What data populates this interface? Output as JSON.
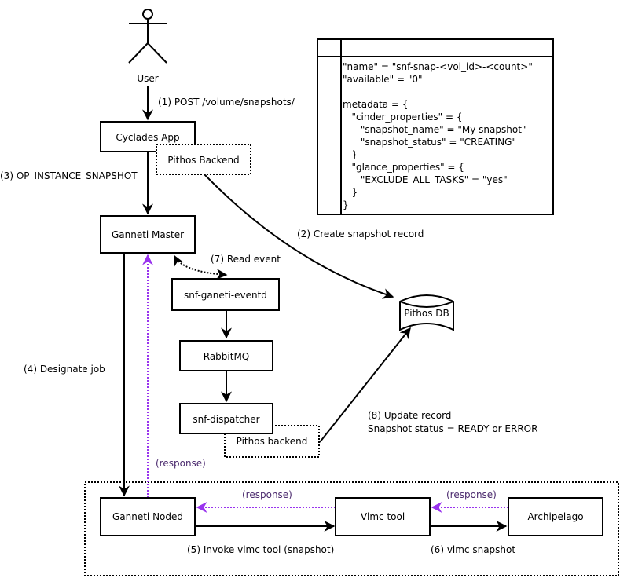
{
  "colors": {
    "line": "#000000",
    "response_arrow": "#9933ee",
    "response_text": "#4b2a6e"
  },
  "actor": {
    "label": "User",
    "icon": "stick-figure-icon"
  },
  "nodes": {
    "cyclades_app": "Cyclades App",
    "pithos_backend_top": "Pithos Backend",
    "ganneti_master": "Ganneti Master",
    "snf_ganeti_eventd": "snf-ganeti-eventd",
    "rabbitmq": "RabbitMQ",
    "snf_dispatcher": "snf-dispatcher",
    "pithos_backend_bottom": "Pithos backend",
    "pithos_db": "Pithos DB",
    "ganneti_noded": "Ganneti Noded",
    "vlmc_tool": "Vlmc tool",
    "archipelago": "Archipelago"
  },
  "edges": {
    "step1": "(1) POST /volume/snapshots/",
    "step2": "(2) Create snapshot record",
    "step3": "(3) OP_INSTANCE_SNAPSHOT",
    "step4": "(4) Designate job",
    "step5": "(5) Invoke vlmc tool (snapshot)",
    "step6": "(6) vlmc snapshot",
    "step7": "(7) Read event",
    "step8_line1": "(8) Update record",
    "step8_line2": "Snapshot status = READY or ERROR",
    "response_master": "(response)",
    "response_noded": "(response)",
    "response_vlmc": "(response)"
  },
  "record_table": {
    "header": "",
    "lines": [
      "\"name\" = \"snf-snap-<vol_id>-<count>\"",
      "\"available\" = \"0\"",
      "",
      "metadata = {",
      "   \"cinder_properties\" = {",
      "      \"snapshot_name\" = \"My snapshot\"",
      "      \"snapshot_status\" = \"CREATING\"",
      "   }",
      "   \"glance_properties\" = {",
      "      \"EXCLUDE_ALL_TASKS\" = \"yes\"",
      "   }",
      "}"
    ]
  }
}
